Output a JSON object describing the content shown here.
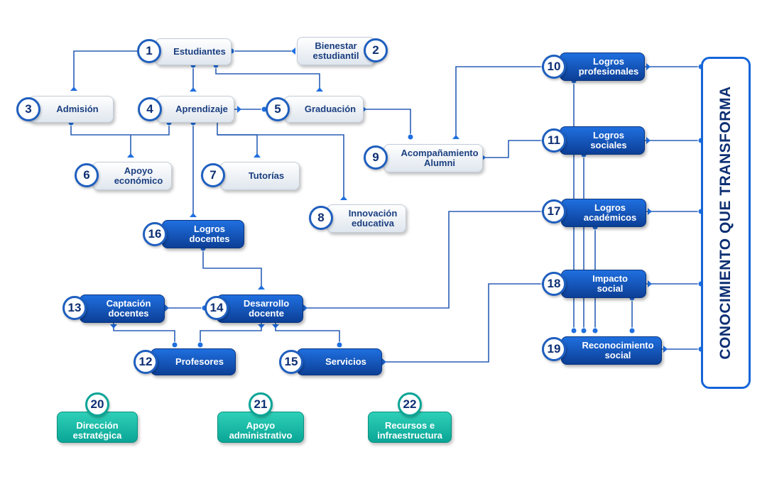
{
  "nodes": [
    {
      "number": "1",
      "label": "Estudiantes"
    },
    {
      "number": "2",
      "label": "Bienestar\nestudiantil"
    },
    {
      "number": "3",
      "label": "Admisión"
    },
    {
      "number": "4",
      "label": "Aprendizaje"
    },
    {
      "number": "5",
      "label": "Graduación"
    },
    {
      "number": "6",
      "label": "Apoyo\neconómico"
    },
    {
      "number": "7",
      "label": "Tutorías"
    },
    {
      "number": "8",
      "label": "Innovación\neducativa"
    },
    {
      "number": "9",
      "label": "Acompañamiento\nAlumni"
    },
    {
      "number": "10",
      "label": "Logros\nprofesionales"
    },
    {
      "number": "11",
      "label": "Logros\nsociales"
    },
    {
      "number": "12",
      "label": "Profesores"
    },
    {
      "number": "13",
      "label": "Captación\ndocentes"
    },
    {
      "number": "14",
      "label": "Desarrollo\ndocente"
    },
    {
      "number": "15",
      "label": "Servicios"
    },
    {
      "number": "16",
      "label": "Logros\ndocentes"
    },
    {
      "number": "17",
      "label": "Logros\nacadémicos"
    },
    {
      "number": "18",
      "label": "Impacto\nsocial"
    },
    {
      "number": "19",
      "label": "Reconocimiento\nsocial"
    },
    {
      "number": "20",
      "label": "Dirección\nestratégica"
    },
    {
      "number": "21",
      "label": "Apoyo\nadministrativo"
    },
    {
      "number": "22",
      "label": "Recursos e\ninfraestructura"
    }
  ],
  "outcome_box": {
    "label": "CONOCIMIENTO QUE TRANSFORMA"
  },
  "colors": {
    "line": "#2a5fb5",
    "dark_blue": "#0c3f96",
    "teal": "#0aa596",
    "border": "#1565d8"
  }
}
